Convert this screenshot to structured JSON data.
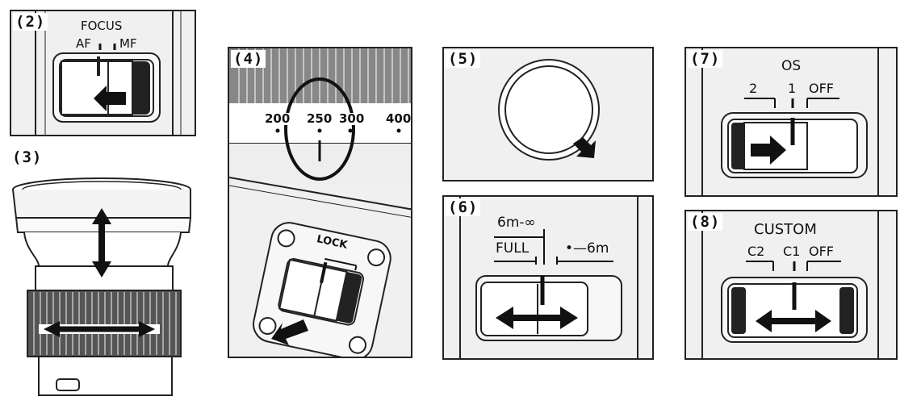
{
  "panels": {
    "p2": {
      "tag": "(2)",
      "title": "FOCUS",
      "left_label": "AF",
      "right_label": "MF"
    },
    "p3": {
      "tag": "(3)"
    },
    "p4": {
      "tag": "(4)",
      "scale": [
        "200",
        "250",
        "300",
        "400"
      ],
      "lock": "LOCK"
    },
    "p5": {
      "tag": "(5)"
    },
    "p6": {
      "tag": "(6)",
      "top_label": "6m-∞",
      "left_label": "FULL",
      "right_label": "•—6m"
    },
    "p7": {
      "tag": "(7)",
      "title": "OS",
      "pos1": "2",
      "pos2": "1",
      "pos3": "OFF"
    },
    "p8": {
      "tag": "(8)",
      "title": "CUSTOM",
      "pos1": "C2",
      "pos2": "C1",
      "pos3": "OFF"
    }
  },
  "colors": {
    "ink": "#111111",
    "panel": "#f0f0f0",
    "switch": "#ffffff"
  }
}
